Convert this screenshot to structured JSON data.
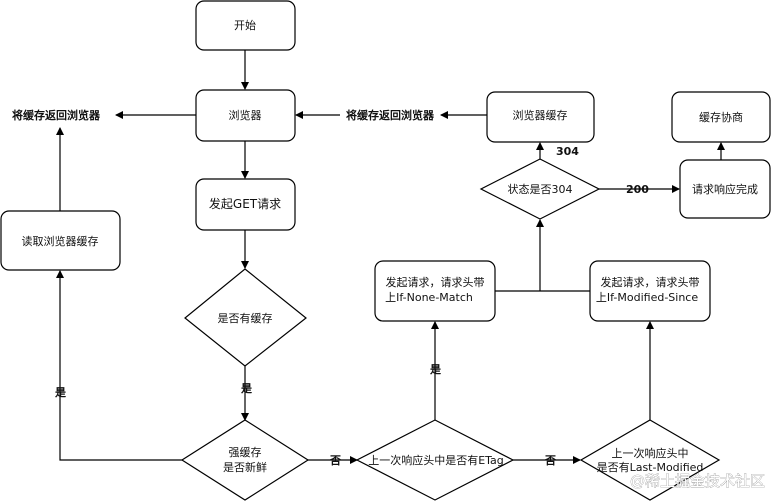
{
  "nodes": {
    "start": "开始",
    "browser": "浏览器",
    "get_request": "发起GET请求",
    "has_cache": "是否有缓存",
    "fresh_line1": "强缓存",
    "fresh_line2": "是否新鲜",
    "read_cache": "读取浏览器缓存",
    "etag_check": "上一次响应头中是否有ETag",
    "if_none_match_line1": "发起请求，请求头带",
    "if_none_match_line2": "上If-None-Match",
    "last_modified_line1": "上一次响应头中",
    "last_modified_line2": "是否有Last-Modified",
    "if_modified_since_line1": "发起请求，请求头带",
    "if_modified_since_line2": "上If-Modified-Since",
    "status_304": "状态是否304",
    "browser_cache": "浏览器缓存",
    "response_done": "请求响应完成",
    "cache_negotiation": "缓存协商"
  },
  "edges": {
    "return_left": "将缓存返回浏览器",
    "return_right": "将缓存返回浏览器",
    "yes_has_cache": "是",
    "yes_fresh": "是",
    "no_fresh": "否",
    "no_etag": "否",
    "yes_etag": "是",
    "code_304": "304",
    "code_200": "200"
  },
  "watermark": "@稀土掘金技术社区"
}
